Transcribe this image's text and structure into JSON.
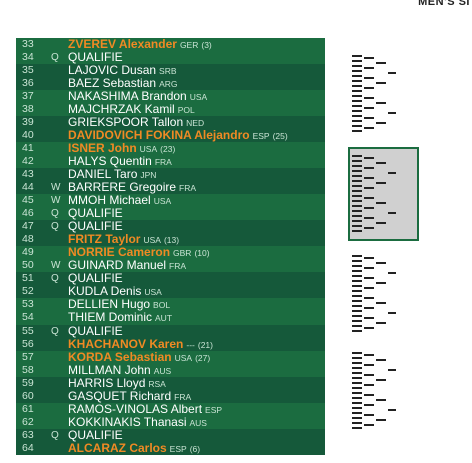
{
  "header": {
    "label": "MEN'S SI"
  },
  "draw": {
    "rows": [
      {
        "num": "33",
        "tag": "",
        "name": "ZVEREV Alexander",
        "seeded": true,
        "country": "GER",
        "seed": "(3)"
      },
      {
        "num": "34",
        "tag": "Q",
        "name": "QUALIFIE",
        "seeded": false,
        "country": "",
        "seed": ""
      },
      {
        "num": "35",
        "tag": "",
        "name": "LAJOVIC Dusan",
        "seeded": false,
        "country": "SRB",
        "seed": ""
      },
      {
        "num": "36",
        "tag": "",
        "name": "BAEZ Sebastian",
        "seeded": false,
        "country": "ARG",
        "seed": ""
      },
      {
        "num": "37",
        "tag": "",
        "name": "NAKASHIMA Brandon",
        "seeded": false,
        "country": "USA",
        "seed": ""
      },
      {
        "num": "38",
        "tag": "",
        "name": "MAJCHRZAK Kamil",
        "seeded": false,
        "country": "POL",
        "seed": ""
      },
      {
        "num": "39",
        "tag": "",
        "name": "GRIEKSPOOR Tallon",
        "seeded": false,
        "country": "NED",
        "seed": ""
      },
      {
        "num": "40",
        "tag": "",
        "name": "DAVIDOVICH FOKINA Alejandro",
        "seeded": true,
        "country": "ESP",
        "seed": "(25)"
      },
      {
        "num": "41",
        "tag": "",
        "name": "ISNER John",
        "seeded": true,
        "country": "USA",
        "seed": "(23)"
      },
      {
        "num": "42",
        "tag": "",
        "name": "HALYS Quentin",
        "seeded": false,
        "country": "FRA",
        "seed": ""
      },
      {
        "num": "43",
        "tag": "",
        "name": "DANIEL Taro",
        "seeded": false,
        "country": "JPN",
        "seed": ""
      },
      {
        "num": "44",
        "tag": "W",
        "name": "BARRERE Gregoire",
        "seeded": false,
        "country": "FRA",
        "seed": ""
      },
      {
        "num": "45",
        "tag": "W",
        "name": "MMOH Michael",
        "seeded": false,
        "country": "USA",
        "seed": ""
      },
      {
        "num": "46",
        "tag": "Q",
        "name": "QUALIFIE",
        "seeded": false,
        "country": "",
        "seed": ""
      },
      {
        "num": "47",
        "tag": "Q",
        "name": "QUALIFIE",
        "seeded": false,
        "country": "",
        "seed": ""
      },
      {
        "num": "48",
        "tag": "",
        "name": "FRITZ Taylor",
        "seeded": true,
        "country": "USA",
        "seed": "(13)"
      },
      {
        "num": "49",
        "tag": "",
        "name": "NORRIE Cameron",
        "seeded": true,
        "country": "GBR",
        "seed": "(10)"
      },
      {
        "num": "50",
        "tag": "W",
        "name": "GUINARD Manuel",
        "seeded": false,
        "country": "FRA",
        "seed": ""
      },
      {
        "num": "51",
        "tag": "Q",
        "name": "QUALIFIE",
        "seeded": false,
        "country": "",
        "seed": ""
      },
      {
        "num": "52",
        "tag": "",
        "name": "KUDLA Denis",
        "seeded": false,
        "country": "USA",
        "seed": ""
      },
      {
        "num": "53",
        "tag": "",
        "name": "DELLIEN Hugo",
        "seeded": false,
        "country": "BOL",
        "seed": ""
      },
      {
        "num": "54",
        "tag": "",
        "name": "THIEM Dominic",
        "seeded": false,
        "country": "AUT",
        "seed": ""
      },
      {
        "num": "55",
        "tag": "Q",
        "name": "QUALIFIE",
        "seeded": false,
        "country": "",
        "seed": ""
      },
      {
        "num": "56",
        "tag": "",
        "name": "KHACHANOV Karen",
        "seeded": true,
        "country": "---",
        "seed": "(21)"
      },
      {
        "num": "57",
        "tag": "",
        "name": "KORDA Sebastian",
        "seeded": true,
        "country": "USA",
        "seed": "(27)"
      },
      {
        "num": "58",
        "tag": "",
        "name": "MILLMAN John",
        "seeded": false,
        "country": "AUS",
        "seed": ""
      },
      {
        "num": "59",
        "tag": "",
        "name": "HARRIS Lloyd",
        "seeded": false,
        "country": "RSA",
        "seed": ""
      },
      {
        "num": "60",
        "tag": "",
        "name": "GASQUET Richard",
        "seeded": false,
        "country": "FRA",
        "seed": ""
      },
      {
        "num": "61",
        "tag": "",
        "name": "RAMOS-VINOLAS Albert",
        "seeded": false,
        "country": "ESP",
        "seed": ""
      },
      {
        "num": "62",
        "tag": "",
        "name": "KOKKINAKIS Thanasi",
        "seeded": false,
        "country": "AUS",
        "seed": ""
      },
      {
        "num": "63",
        "tag": "Q",
        "name": "QUALIFIE",
        "seeded": false,
        "country": "",
        "seed": ""
      },
      {
        "num": "64",
        "tag": "",
        "name": "ALCARAZ Carlos",
        "seeded": true,
        "country": "ESP",
        "seed": "(6)"
      }
    ]
  },
  "colors": {
    "draw_background": "#1b6c40",
    "seeded_name": "#f08a24",
    "highlight_box": "#d0d0d0"
  }
}
